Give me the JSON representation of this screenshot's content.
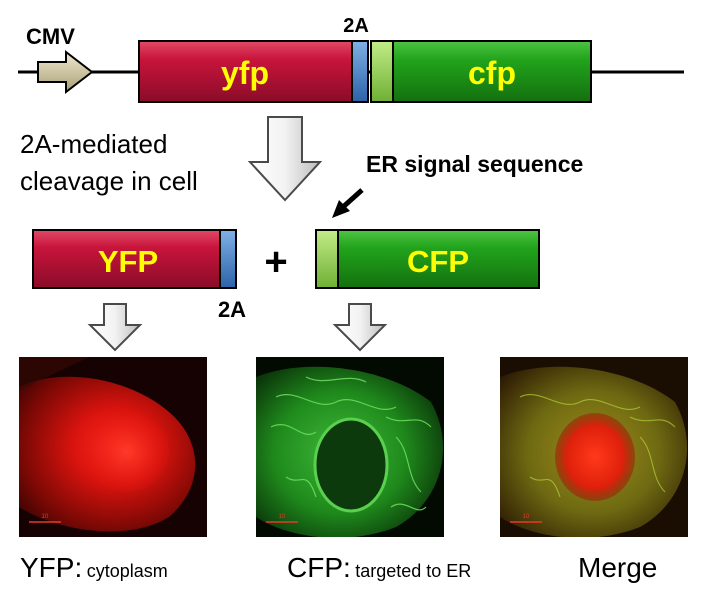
{
  "construct": {
    "promoter_label": "CMV",
    "linker_label": "2A",
    "gene1_label": "yfp",
    "gene2_label": "cfp"
  },
  "process_label_line1": "2A-mediated",
  "process_label_line2": "cleavage in cell",
  "er_signal_label": "ER signal sequence",
  "products": {
    "protein1_label": "YFP",
    "plus": "+",
    "tag_label": "2A",
    "protein2_label": "CFP"
  },
  "captions": {
    "yfp_main": "YFP:",
    "yfp_sub": "cytoplasm",
    "cfp_main": "CFP:",
    "cfp_sub": "targeted to ER",
    "merge": "Merge"
  },
  "scale_bar_label": "10",
  "colors": {
    "yfp_box": "#c0143c",
    "cfp_box": "#1f9a1a",
    "linker_blue": "#3f7fc8",
    "signal_green": "#8fd04a",
    "promoter_arrow": "#c9c2a0",
    "label_yellow": "#ffff00"
  },
  "icons": [
    "promoter-arrow-icon",
    "down-arrow-icon",
    "pointer-arrow-icon",
    "scale-bar-icon"
  ]
}
